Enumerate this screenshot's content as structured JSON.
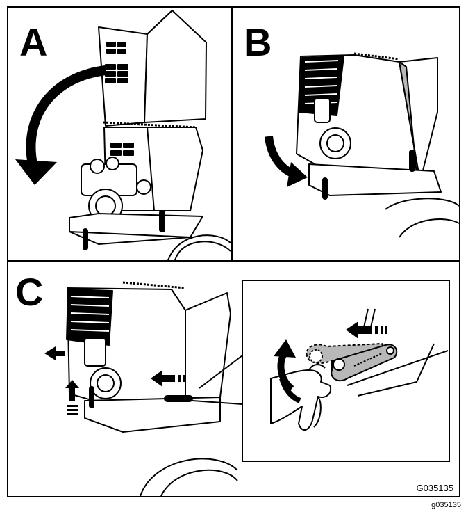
{
  "figure": {
    "panel_a": {
      "letter": "A"
    },
    "panel_b": {
      "letter": "B"
    },
    "panel_c": {
      "letter": "C"
    },
    "inner_code": "G035135",
    "outer_code": "g035135"
  },
  "colors": {
    "ink": "#000000",
    "shade": "#b8b8b8",
    "paper": "#ffffff"
  }
}
